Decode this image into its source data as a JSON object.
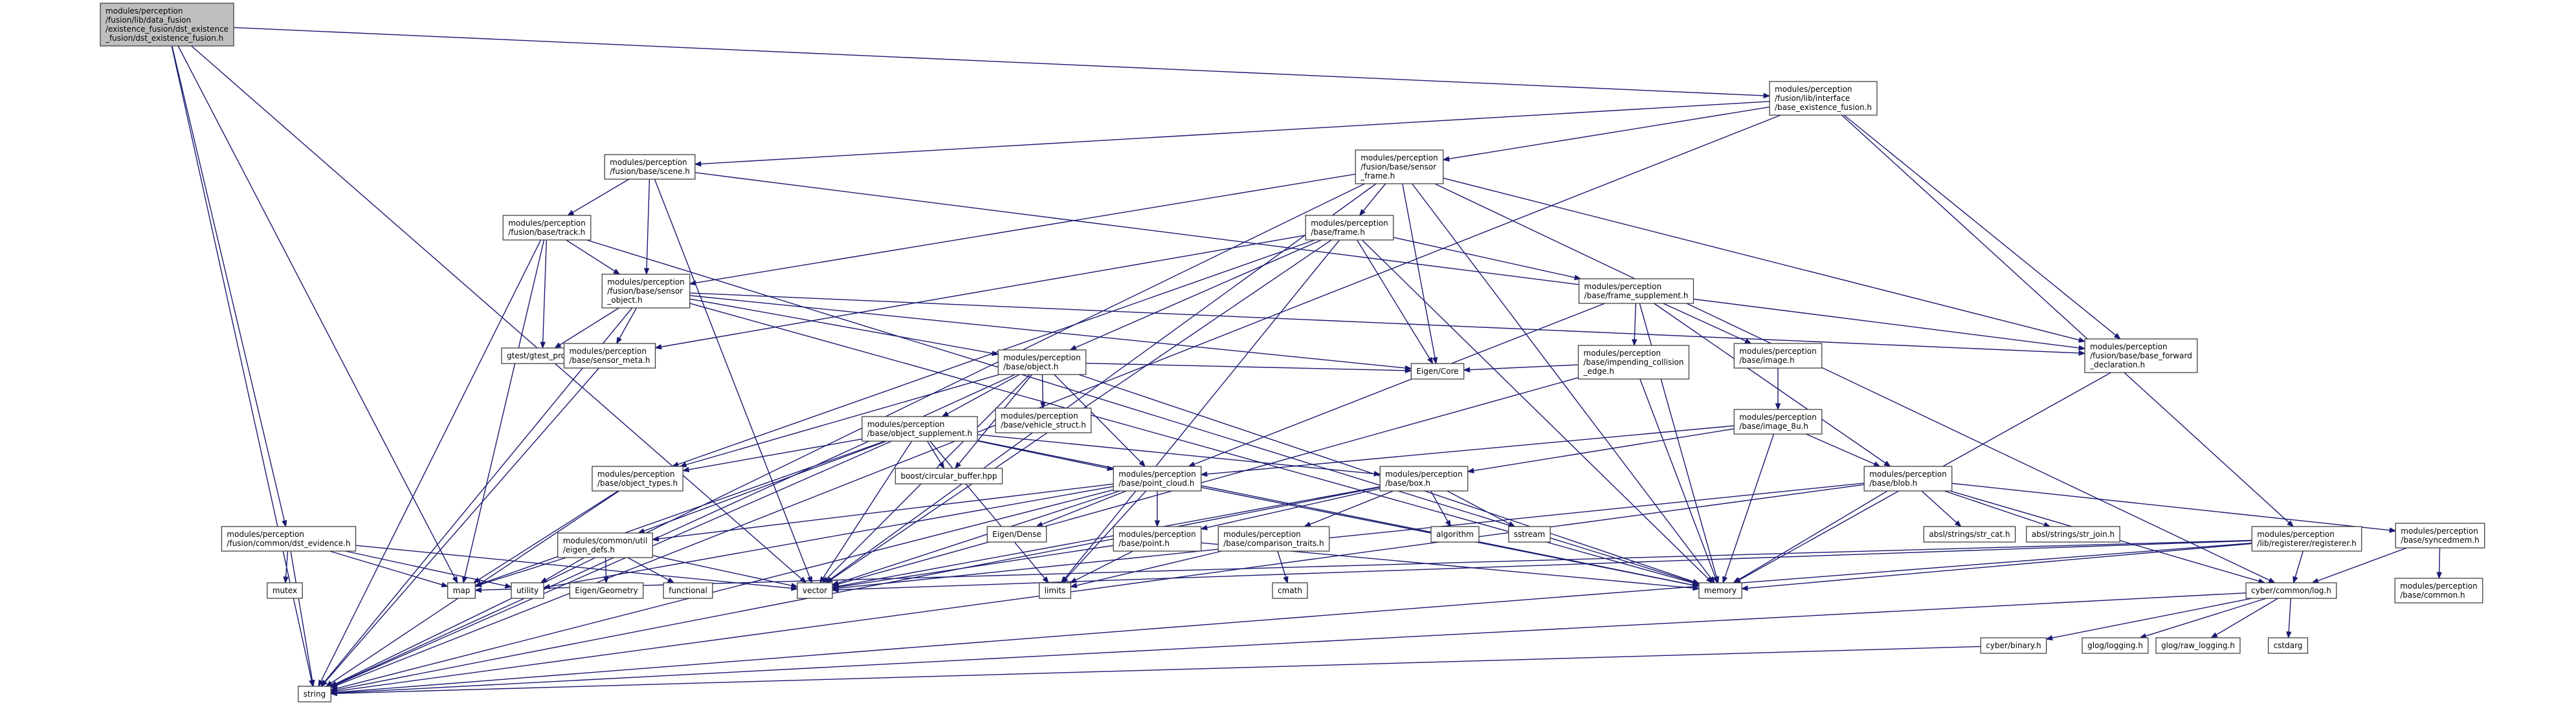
{
  "diagram": {
    "colors": {
      "root_fill": "#bfbfbf",
      "node_fill": "#ffffff",
      "node_border": "#404040",
      "external_border": "#bfbfbf",
      "missing_border": "#ff0000",
      "edge": "#191970"
    },
    "nodes": [
      {
        "id": "root",
        "kind": "root",
        "lines": [
          "modules/perception",
          "/fusion/lib/data_fusion",
          "/existence_fusion/dst_existence",
          "_fusion/dst_existence_fusion.h"
        ]
      },
      {
        "id": "base_existence",
        "kind": "file",
        "lines": [
          "modules/perception",
          "/fusion/lib/interface",
          "/base_existence_fusion.h"
        ]
      },
      {
        "id": "scene",
        "kind": "file",
        "lines": [
          "modules/perception",
          "/fusion/base/scene.h"
        ]
      },
      {
        "id": "sensor_frame",
        "kind": "file",
        "lines": [
          "modules/perception",
          "/fusion/base/sensor",
          "_frame.h"
        ]
      },
      {
        "id": "track",
        "kind": "file",
        "lines": [
          "modules/perception",
          "/fusion/base/track.h"
        ]
      },
      {
        "id": "frame",
        "kind": "file",
        "lines": [
          "modules/perception",
          "/base/frame.h"
        ]
      },
      {
        "id": "sensor_object",
        "kind": "file",
        "lines": [
          "modules/perception",
          "/fusion/base/sensor",
          "_object.h"
        ]
      },
      {
        "id": "frame_supplement",
        "kind": "file",
        "lines": [
          "modules/perception",
          "/base/frame_supplement.h"
        ]
      },
      {
        "id": "gtest",
        "kind": "external",
        "lines": [
          "gtest/gtest_prod.h"
        ]
      },
      {
        "id": "sensor_meta",
        "kind": "file",
        "lines": [
          "modules/perception",
          "/base/sensor_meta.h"
        ]
      },
      {
        "id": "object",
        "kind": "file",
        "lines": [
          "modules/perception",
          "/base/object.h"
        ]
      },
      {
        "id": "impending",
        "kind": "file",
        "lines": [
          "modules/perception",
          "/base/impending_collision",
          "_edge.h"
        ]
      },
      {
        "id": "image",
        "kind": "file",
        "lines": [
          "modules/perception",
          "/base/image.h"
        ]
      },
      {
        "id": "base_forward",
        "kind": "file",
        "lines": [
          "modules/perception",
          "/fusion/base/base_forward",
          "_declaration.h"
        ]
      },
      {
        "id": "eigen_core",
        "kind": "external",
        "lines": [
          "Eigen/Core"
        ]
      },
      {
        "id": "object_supplement",
        "kind": "file",
        "lines": [
          "modules/perception",
          "/base/object_supplement.h"
        ]
      },
      {
        "id": "vehicle_struct",
        "kind": "file",
        "lines": [
          "modules/perception",
          "/base/vehicle_struct.h"
        ]
      },
      {
        "id": "image_8u",
        "kind": "file",
        "lines": [
          "modules/perception",
          "/base/image_8u.h"
        ]
      },
      {
        "id": "object_types",
        "kind": "file",
        "lines": [
          "modules/perception",
          "/base/object_types.h"
        ]
      },
      {
        "id": "circular_buffer",
        "kind": "external",
        "lines": [
          "boost/circular_buffer.hpp"
        ]
      },
      {
        "id": "point_cloud",
        "kind": "file",
        "lines": [
          "modules/perception",
          "/base/point_cloud.h"
        ]
      },
      {
        "id": "box",
        "kind": "file",
        "lines": [
          "modules/perception",
          "/base/box.h"
        ]
      },
      {
        "id": "blob",
        "kind": "file",
        "lines": [
          "modules/perception",
          "/base/blob.h"
        ]
      },
      {
        "id": "dst_evidence",
        "kind": "file",
        "lines": [
          "modules/perception",
          "/fusion/common/dst_evidence.h"
        ]
      },
      {
        "id": "eigen_defs",
        "kind": "file",
        "lines": [
          "modules/common/util",
          "/eigen_defs.h"
        ]
      },
      {
        "id": "eigen_dense",
        "kind": "external",
        "lines": [
          "Eigen/Dense"
        ]
      },
      {
        "id": "point",
        "kind": "file",
        "lines": [
          "modules/perception",
          "/base/point.h"
        ]
      },
      {
        "id": "comparison_traits",
        "kind": "file",
        "lines": [
          "modules/perception",
          "/base/comparison_traits.h"
        ]
      },
      {
        "id": "algorithm",
        "kind": "external",
        "lines": [
          "algorithm"
        ]
      },
      {
        "id": "sstream",
        "kind": "external",
        "lines": [
          "sstream"
        ]
      },
      {
        "id": "str_cat",
        "kind": "external",
        "lines": [
          "absl/strings/str_cat.h"
        ]
      },
      {
        "id": "str_join",
        "kind": "external",
        "lines": [
          "absl/strings/str_join.h"
        ]
      },
      {
        "id": "registerer",
        "kind": "file",
        "lines": [
          "modules/perception",
          "/lib/registerer/registerer.h"
        ]
      },
      {
        "id": "syncedmem",
        "kind": "file",
        "lines": [
          "modules/perception",
          "/base/syncedmem.h"
        ]
      },
      {
        "id": "mutex",
        "kind": "external",
        "lines": [
          "mutex"
        ]
      },
      {
        "id": "map",
        "kind": "external",
        "lines": [
          "map"
        ]
      },
      {
        "id": "utility",
        "kind": "external",
        "lines": [
          "utility"
        ]
      },
      {
        "id": "eigen_geometry",
        "kind": "external",
        "lines": [
          "Eigen/Geometry"
        ]
      },
      {
        "id": "functional",
        "kind": "external",
        "lines": [
          "functional"
        ]
      },
      {
        "id": "vector",
        "kind": "external",
        "lines": [
          "vector"
        ]
      },
      {
        "id": "limits",
        "kind": "external",
        "lines": [
          "limits"
        ]
      },
      {
        "id": "cmath",
        "kind": "external",
        "lines": [
          "cmath"
        ]
      },
      {
        "id": "memory",
        "kind": "external",
        "lines": [
          "memory"
        ]
      },
      {
        "id": "common_h",
        "kind": "missing",
        "lines": [
          "modules/perception",
          "/base/common.h"
        ]
      },
      {
        "id": "log",
        "kind": "file",
        "lines": [
          "cyber/common/log.h"
        ]
      },
      {
        "id": "binary",
        "kind": "file",
        "lines": [
          "cyber/binary.h"
        ]
      },
      {
        "id": "glog_logging",
        "kind": "external",
        "lines": [
          "glog/logging.h"
        ]
      },
      {
        "id": "glog_raw",
        "kind": "external",
        "lines": [
          "glog/raw_logging.h"
        ]
      },
      {
        "id": "cstdarg",
        "kind": "external",
        "lines": [
          "cstdarg"
        ]
      },
      {
        "id": "string",
        "kind": "external",
        "lines": [
          "string"
        ]
      }
    ],
    "edges": [
      [
        "root",
        "base_existence"
      ],
      [
        "root",
        "dst_evidence"
      ],
      [
        "root",
        "map"
      ],
      [
        "root",
        "vector"
      ],
      [
        "root",
        "string"
      ],
      [
        "base_existence",
        "scene"
      ],
      [
        "base_existence",
        "sensor_frame"
      ],
      [
        "base_existence",
        "base_forward"
      ],
      [
        "base_existence",
        "registerer"
      ],
      [
        "base_existence",
        "string"
      ],
      [
        "scene",
        "track"
      ],
      [
        "scene",
        "sensor_object"
      ],
      [
        "scene",
        "vector"
      ],
      [
        "scene",
        "base_forward"
      ],
      [
        "sensor_frame",
        "frame"
      ],
      [
        "sensor_frame",
        "sensor_object"
      ],
      [
        "sensor_frame",
        "eigen_core"
      ],
      [
        "sensor_frame",
        "vector"
      ],
      [
        "sensor_frame",
        "memory"
      ],
      [
        "sensor_frame",
        "string"
      ],
      [
        "sensor_frame",
        "base_forward"
      ],
      [
        "sensor_frame",
        "log"
      ],
      [
        "track",
        "sensor_object"
      ],
      [
        "track",
        "gtest"
      ],
      [
        "track",
        "map"
      ],
      [
        "track",
        "memory"
      ],
      [
        "track",
        "string"
      ],
      [
        "frame",
        "object"
      ],
      [
        "frame",
        "frame_supplement"
      ],
      [
        "frame",
        "sensor_meta"
      ],
      [
        "frame",
        "object_types"
      ],
      [
        "frame",
        "eigen_core"
      ],
      [
        "frame",
        "vector"
      ],
      [
        "frame",
        "limits"
      ],
      [
        "frame",
        "memory"
      ],
      [
        "sensor_object",
        "sensor_meta"
      ],
      [
        "sensor_object",
        "object"
      ],
      [
        "sensor_object",
        "gtest"
      ],
      [
        "sensor_object",
        "eigen_core"
      ],
      [
        "sensor_object",
        "base_forward"
      ],
      [
        "sensor_object",
        "memory"
      ],
      [
        "sensor_object",
        "string"
      ],
      [
        "frame_supplement",
        "impending"
      ],
      [
        "frame_supplement",
        "image"
      ],
      [
        "frame_supplement",
        "blob"
      ],
      [
        "frame_supplement",
        "point_cloud"
      ],
      [
        "frame_supplement",
        "memory"
      ],
      [
        "sensor_meta",
        "string"
      ],
      [
        "object",
        "object_supplement"
      ],
      [
        "object",
        "vehicle_struct"
      ],
      [
        "object",
        "object_types"
      ],
      [
        "object",
        "point_cloud"
      ],
      [
        "object",
        "circular_buffer"
      ],
      [
        "object",
        "eigen_core"
      ],
      [
        "object",
        "vector"
      ],
      [
        "object",
        "memory"
      ],
      [
        "object",
        "string"
      ],
      [
        "impending",
        "eigen_core"
      ],
      [
        "impending",
        "vector"
      ],
      [
        "impending",
        "memory"
      ],
      [
        "image",
        "image_8u"
      ],
      [
        "base_forward",
        "memory"
      ],
      [
        "object_supplement",
        "object_types"
      ],
      [
        "object_supplement",
        "point_cloud"
      ],
      [
        "object_supplement",
        "box"
      ],
      [
        "object_supplement",
        "circular_buffer"
      ],
      [
        "object_supplement",
        "eigen_defs"
      ],
      [
        "object_supplement",
        "vector"
      ],
      [
        "object_supplement",
        "limits"
      ],
      [
        "object_supplement",
        "memory"
      ],
      [
        "object_supplement",
        "map"
      ],
      [
        "object_supplement",
        "string"
      ],
      [
        "image_8u",
        "blob"
      ],
      [
        "image_8u",
        "box"
      ],
      [
        "image_8u",
        "point_cloud"
      ],
      [
        "image_8u",
        "memory"
      ],
      [
        "object_types",
        "map"
      ],
      [
        "object_types",
        "string"
      ],
      [
        "point_cloud",
        "point"
      ],
      [
        "point_cloud",
        "eigen_defs"
      ],
      [
        "point_cloud",
        "eigen_dense"
      ],
      [
        "point_cloud",
        "vector"
      ],
      [
        "point_cloud",
        "limits"
      ],
      [
        "point_cloud",
        "memory"
      ],
      [
        "point_cloud",
        "utility"
      ],
      [
        "point_cloud",
        "string"
      ],
      [
        "box",
        "point"
      ],
      [
        "box",
        "comparison_traits"
      ],
      [
        "box",
        "algorithm"
      ],
      [
        "box",
        "sstream"
      ],
      [
        "box",
        "string"
      ],
      [
        "box",
        "vector"
      ],
      [
        "blob",
        "syncedmem"
      ],
      [
        "blob",
        "str_cat"
      ],
      [
        "blob",
        "str_join"
      ],
      [
        "blob",
        "log"
      ],
      [
        "blob",
        "memory"
      ],
      [
        "blob",
        "vector"
      ],
      [
        "blob",
        "string"
      ],
      [
        "dst_evidence",
        "mutex"
      ],
      [
        "dst_evidence",
        "map"
      ],
      [
        "dst_evidence",
        "vector"
      ],
      [
        "dst_evidence",
        "string"
      ],
      [
        "dst_evidence",
        "utility"
      ],
      [
        "eigen_defs",
        "map"
      ],
      [
        "eigen_defs",
        "utility"
      ],
      [
        "eigen_defs",
        "eigen_geometry"
      ],
      [
        "eigen_defs",
        "functional"
      ],
      [
        "eigen_defs",
        "vector"
      ],
      [
        "point",
        "limits"
      ],
      [
        "point",
        "memory"
      ],
      [
        "point",
        "vector"
      ],
      [
        "comparison_traits",
        "cmath"
      ],
      [
        "comparison_traits",
        "limits"
      ],
      [
        "registerer",
        "log"
      ],
      [
        "registerer",
        "map"
      ],
      [
        "registerer",
        "memory"
      ],
      [
        "registerer",
        "string"
      ],
      [
        "registerer",
        "vector"
      ],
      [
        "syncedmem",
        "common_h"
      ],
      [
        "syncedmem",
        "log"
      ],
      [
        "log",
        "binary"
      ],
      [
        "log",
        "glog_logging"
      ],
      [
        "log",
        "glog_raw"
      ],
      [
        "log",
        "cstdarg"
      ],
      [
        "log",
        "string"
      ],
      [
        "binary",
        "string"
      ]
    ]
  }
}
